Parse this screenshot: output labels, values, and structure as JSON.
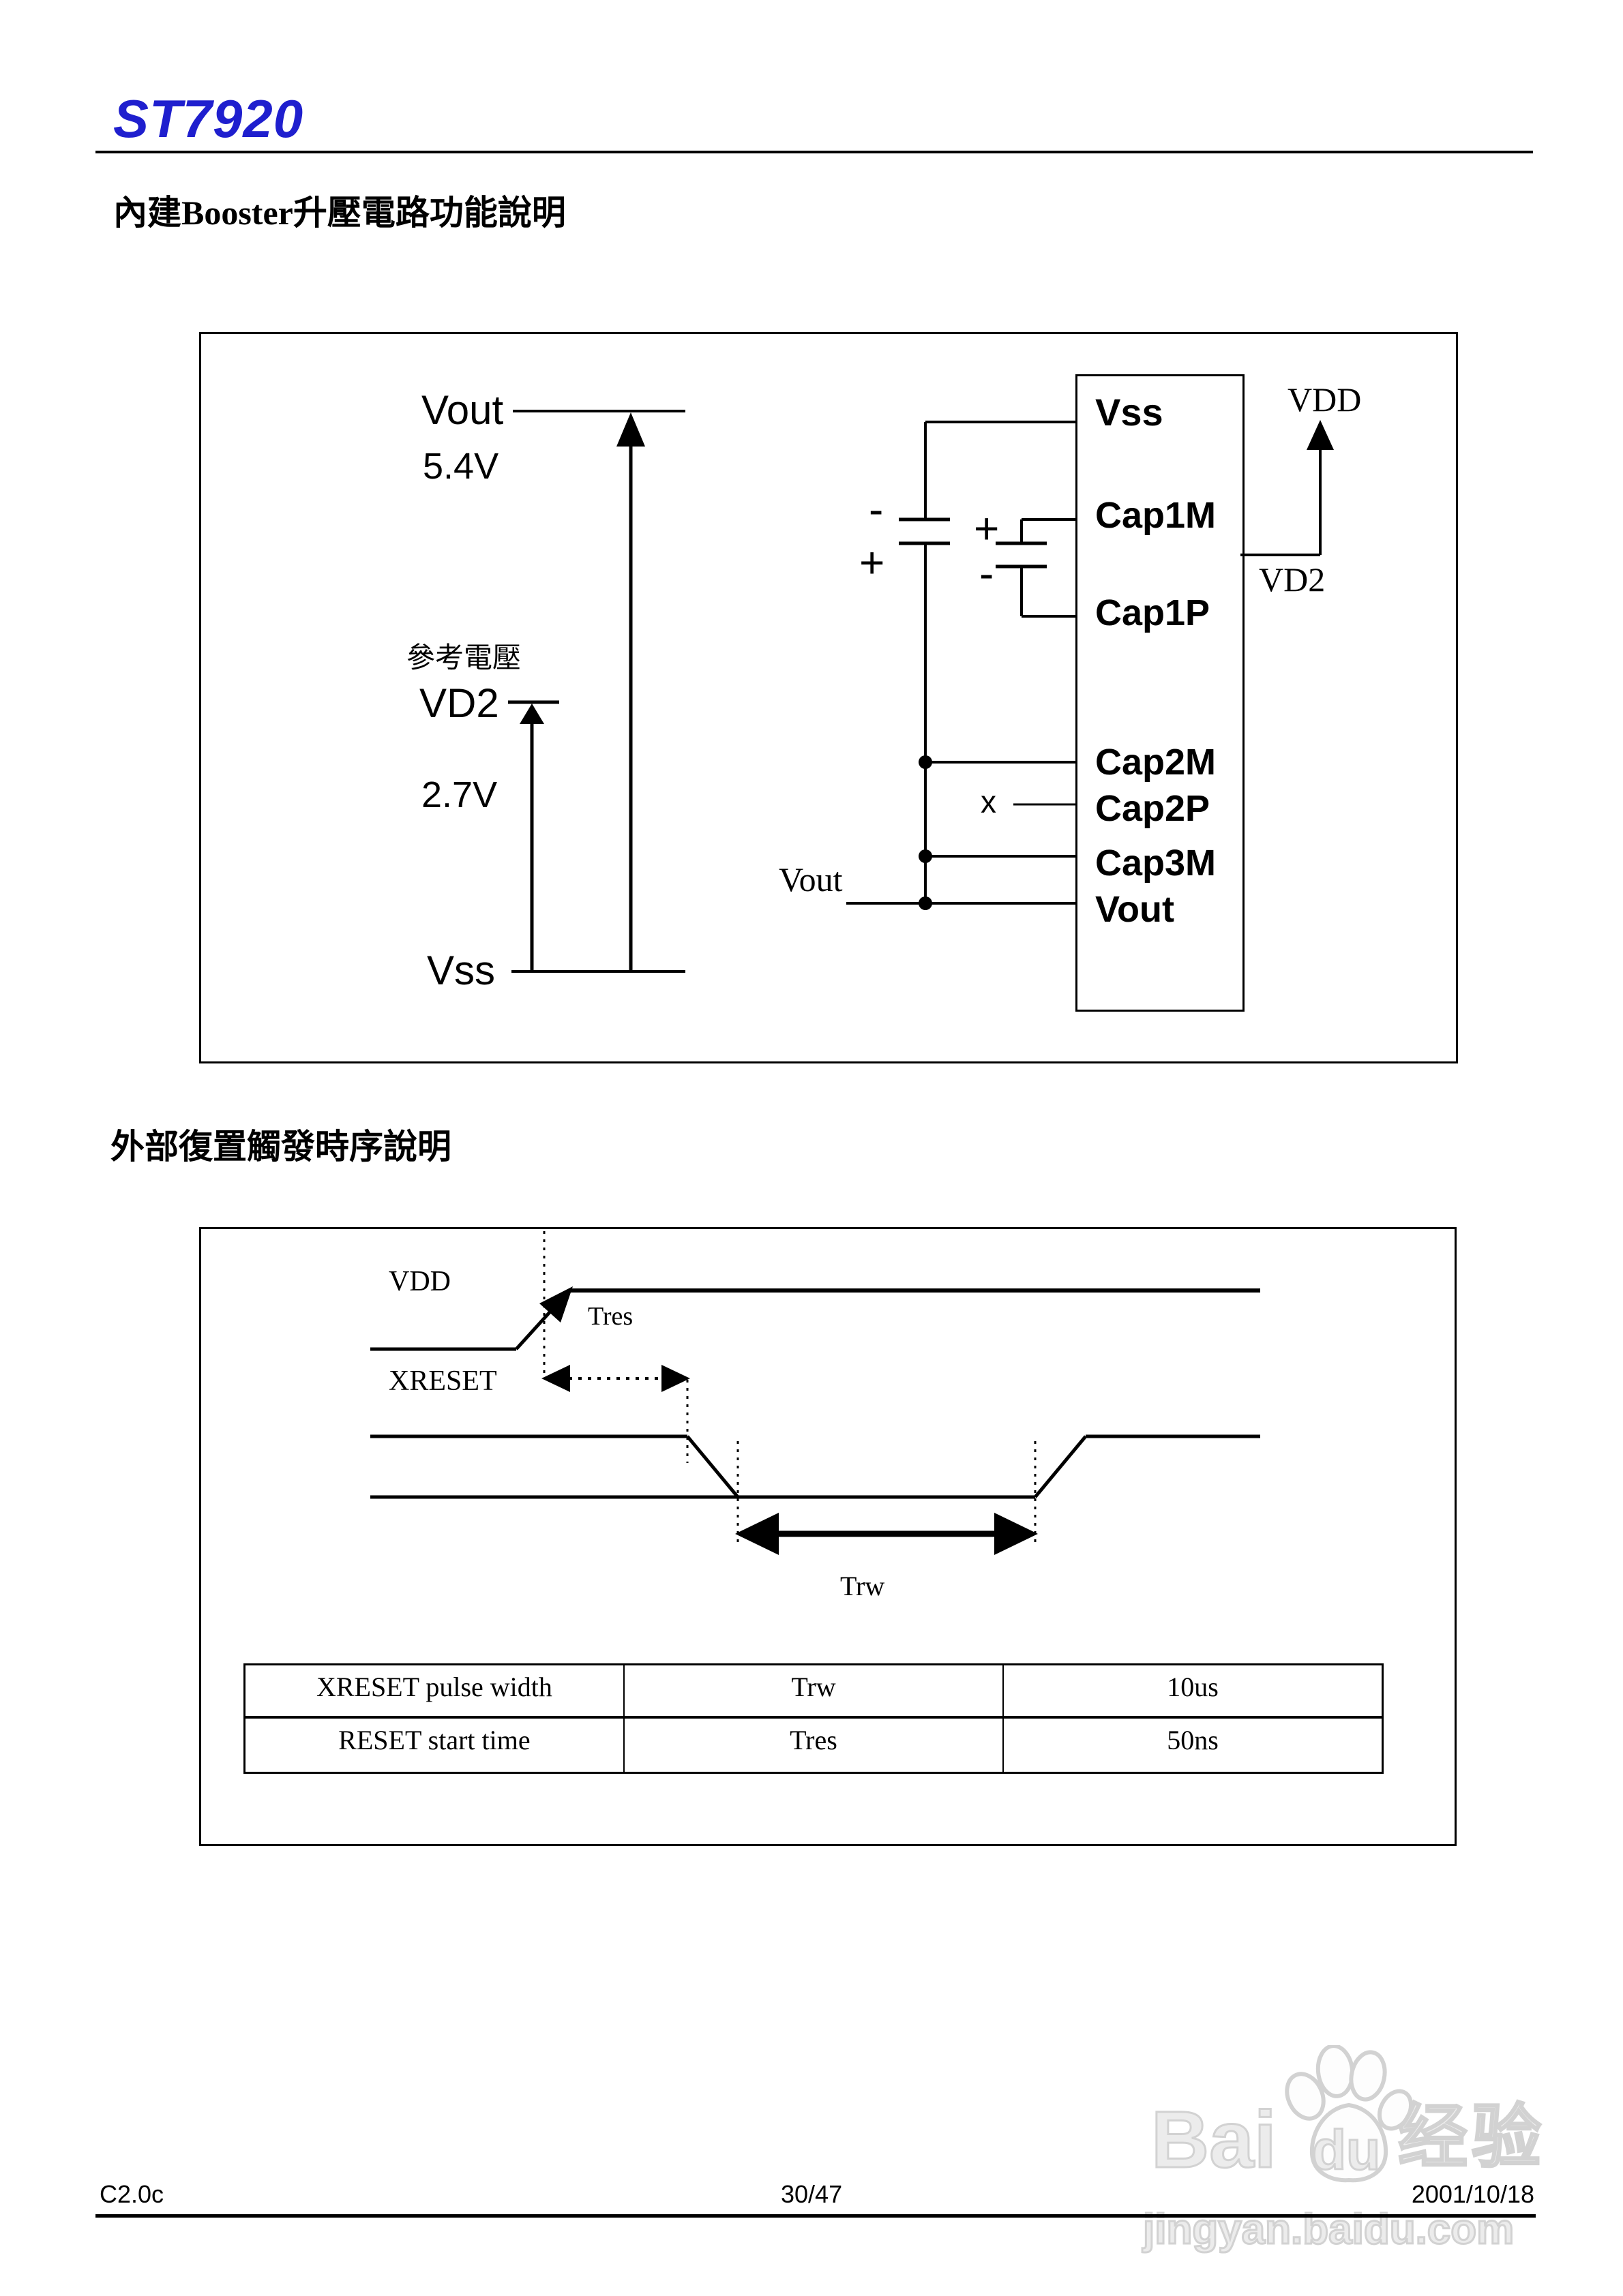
{
  "colors": {
    "brand_blue": "#1f1fce",
    "ink": "#000000",
    "watermark_gray": "#d2d2d2"
  },
  "header": {
    "product": "ST7920"
  },
  "sections": {
    "booster_title": "內建Booster升壓電路功能說明",
    "reset_title": "外部復置觸發時序說明"
  },
  "booster": {
    "levels": {
      "vout": "Vout",
      "vout_value": "5.4V",
      "ref_caption": "參考電壓",
      "vd2": "VD2",
      "vd2_value": "2.7V",
      "vss": "Vss"
    },
    "pins": [
      "Vss",
      "Cap1M",
      "Cap1P",
      "Cap2M",
      "Cap2P",
      "Cap3M",
      "Vout"
    ],
    "nets": {
      "vdd": "VDD",
      "vd2": "VD2",
      "vout": "Vout",
      "nc": "x"
    },
    "polarity": {
      "cap1_top": "-",
      "cap1_bottom": "+",
      "cap2_top": "+",
      "cap2_bottom": "-"
    }
  },
  "timing": {
    "vdd": "VDD",
    "xreset": "XRESET",
    "tres": "Tres",
    "trw": "Trw"
  },
  "timing_table": {
    "rows": [
      {
        "param": "XRESET pulse width",
        "symbol": "Trw",
        "value": "10us"
      },
      {
        "param": "RESET start time",
        "symbol": "Tres",
        "value": "50ns"
      }
    ]
  },
  "footer": {
    "revision": "C2.0c",
    "page": "30/47",
    "date": "2001/10/18"
  },
  "watermark": {
    "bai": "Bai",
    "du": "du",
    "exp": "经验",
    "domain": "jingyan.baidu.com"
  }
}
